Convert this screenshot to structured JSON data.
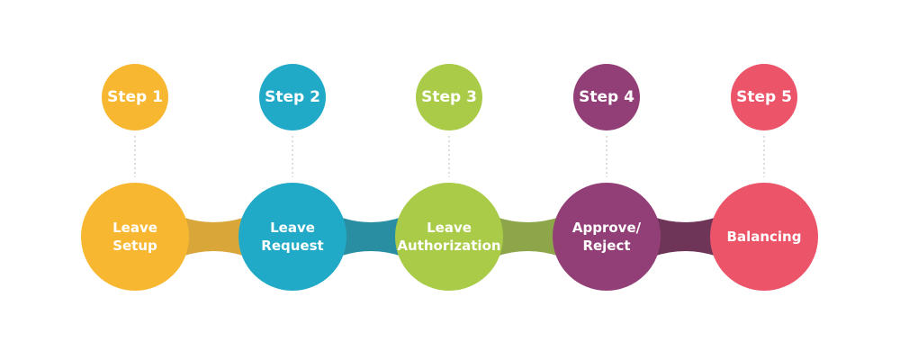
{
  "steps": [
    {
      "badge": "Step 1",
      "lines": [
        "Leave",
        "Setup"
      ],
      "color": "#f7b731",
      "connector_color": "#d9a63a"
    },
    {
      "badge": "Step 2",
      "lines": [
        "Leave",
        "Request"
      ],
      "color": "#21aac7",
      "connector_color": "#2a8ea3"
    },
    {
      "badge": "Step 3",
      "lines": [
        "Leave",
        "Authorization"
      ],
      "color": "#a9cb48",
      "connector_color": "#8ea64a"
    },
    {
      "badge": "Step 4",
      "lines": [
        "Approve/",
        "Reject"
      ],
      "color": "#933f77",
      "connector_color": "#6e3558"
    },
    {
      "badge": "Step 5",
      "lines": [
        "Balancing"
      ],
      "color": "#ec5469"
    }
  ]
}
